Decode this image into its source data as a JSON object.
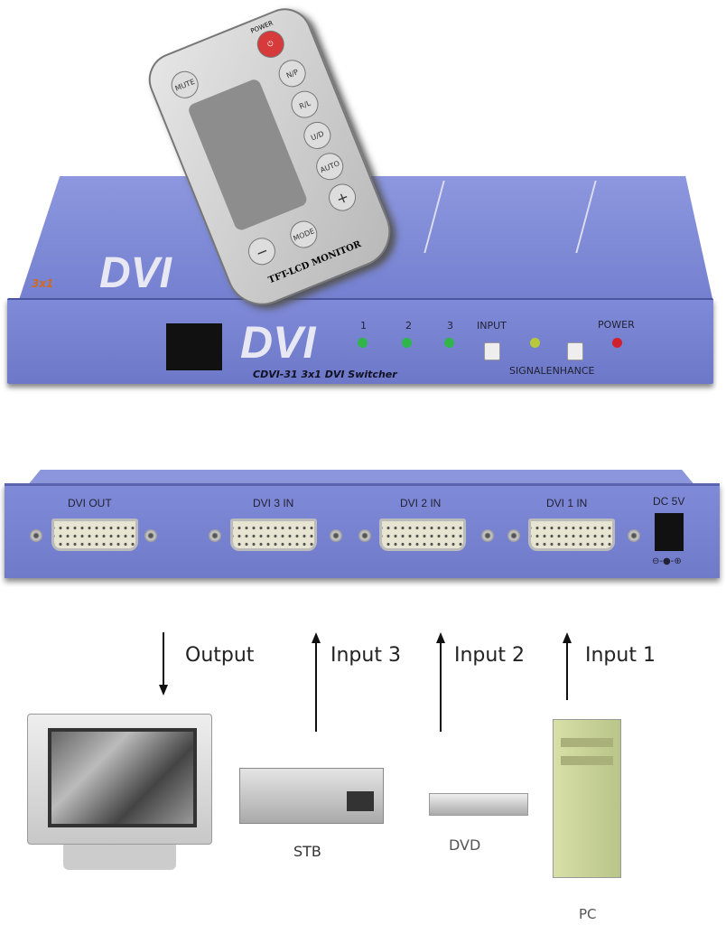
{
  "front_unit": {
    "logo": "DVI",
    "logo_small": "3x1",
    "model": "CDVI-31 3x1 DVI Switcher",
    "led_labels": [
      "1",
      "2",
      "3"
    ],
    "input_label": "INPUT",
    "signal_label": "SIGNALENHANCE",
    "power_label": "POWER",
    "led_colors": [
      "#2fb54a",
      "#2fb54a",
      "#2fb54a",
      "#b8c83a",
      "#d0202a"
    ]
  },
  "remote": {
    "power": "POWER",
    "mute": "MUTE",
    "np": "N/P",
    "rl": "R/L",
    "ud": "U/D",
    "auto": "AUTO",
    "mode": "MODE",
    "plus": "+",
    "minus": "−",
    "model": "TFT-LCD MONITOR"
  },
  "back_unit": {
    "ports": [
      "DVI  OUT",
      "DVI 3 IN",
      "DVI 2 IN",
      "DVI 1 IN"
    ],
    "dc": "DC 5V",
    "polarity": "⊖-●-⊕"
  },
  "connections": [
    {
      "label": "Output",
      "direction": "down"
    },
    {
      "label": "Input 3",
      "direction": "up"
    },
    {
      "label": "Input 2",
      "direction": "up"
    },
    {
      "label": "Input 1",
      "direction": "up"
    }
  ],
  "devices": {
    "stb": "STB",
    "dvd": "DVD",
    "pc": "PC"
  }
}
